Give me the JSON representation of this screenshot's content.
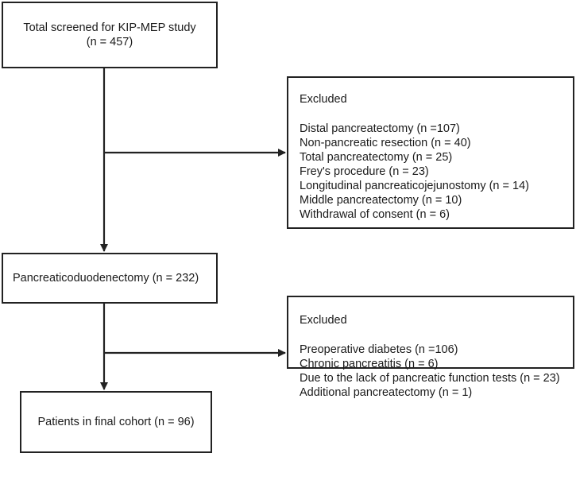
{
  "screened": {
    "line1": "Total screened for KIP-MEP study",
    "line2": "(n = 457)"
  },
  "exclusion1": {
    "heading": "Excluded",
    "reasons": [
      "Distal pancreatectomy (n =107)",
      "Non-pancreatic resection (n = 40)",
      "Total pancreatectomy (n = 25)",
      "Frey's procedure (n = 23)",
      "Longitudinal pancreaticojejunostomy (n = 14)",
      "Middle pancreatectomy (n = 10)",
      "Withdrawal of consent (n = 6)"
    ]
  },
  "pd": {
    "label": "Pancreaticoduodenectomy (n = 232)"
  },
  "exclusion2": {
    "heading": "Excluded",
    "reasons": [
      "Preoperative diabetes (n =106)",
      "Chronic pancreatitis (n = 6)",
      "Due to the lack of pancreatic function tests (n = 23)",
      "Additional pancreatectomy (n = 1)"
    ]
  },
  "final": {
    "label": "Patients in final cohort (n = 96)"
  }
}
